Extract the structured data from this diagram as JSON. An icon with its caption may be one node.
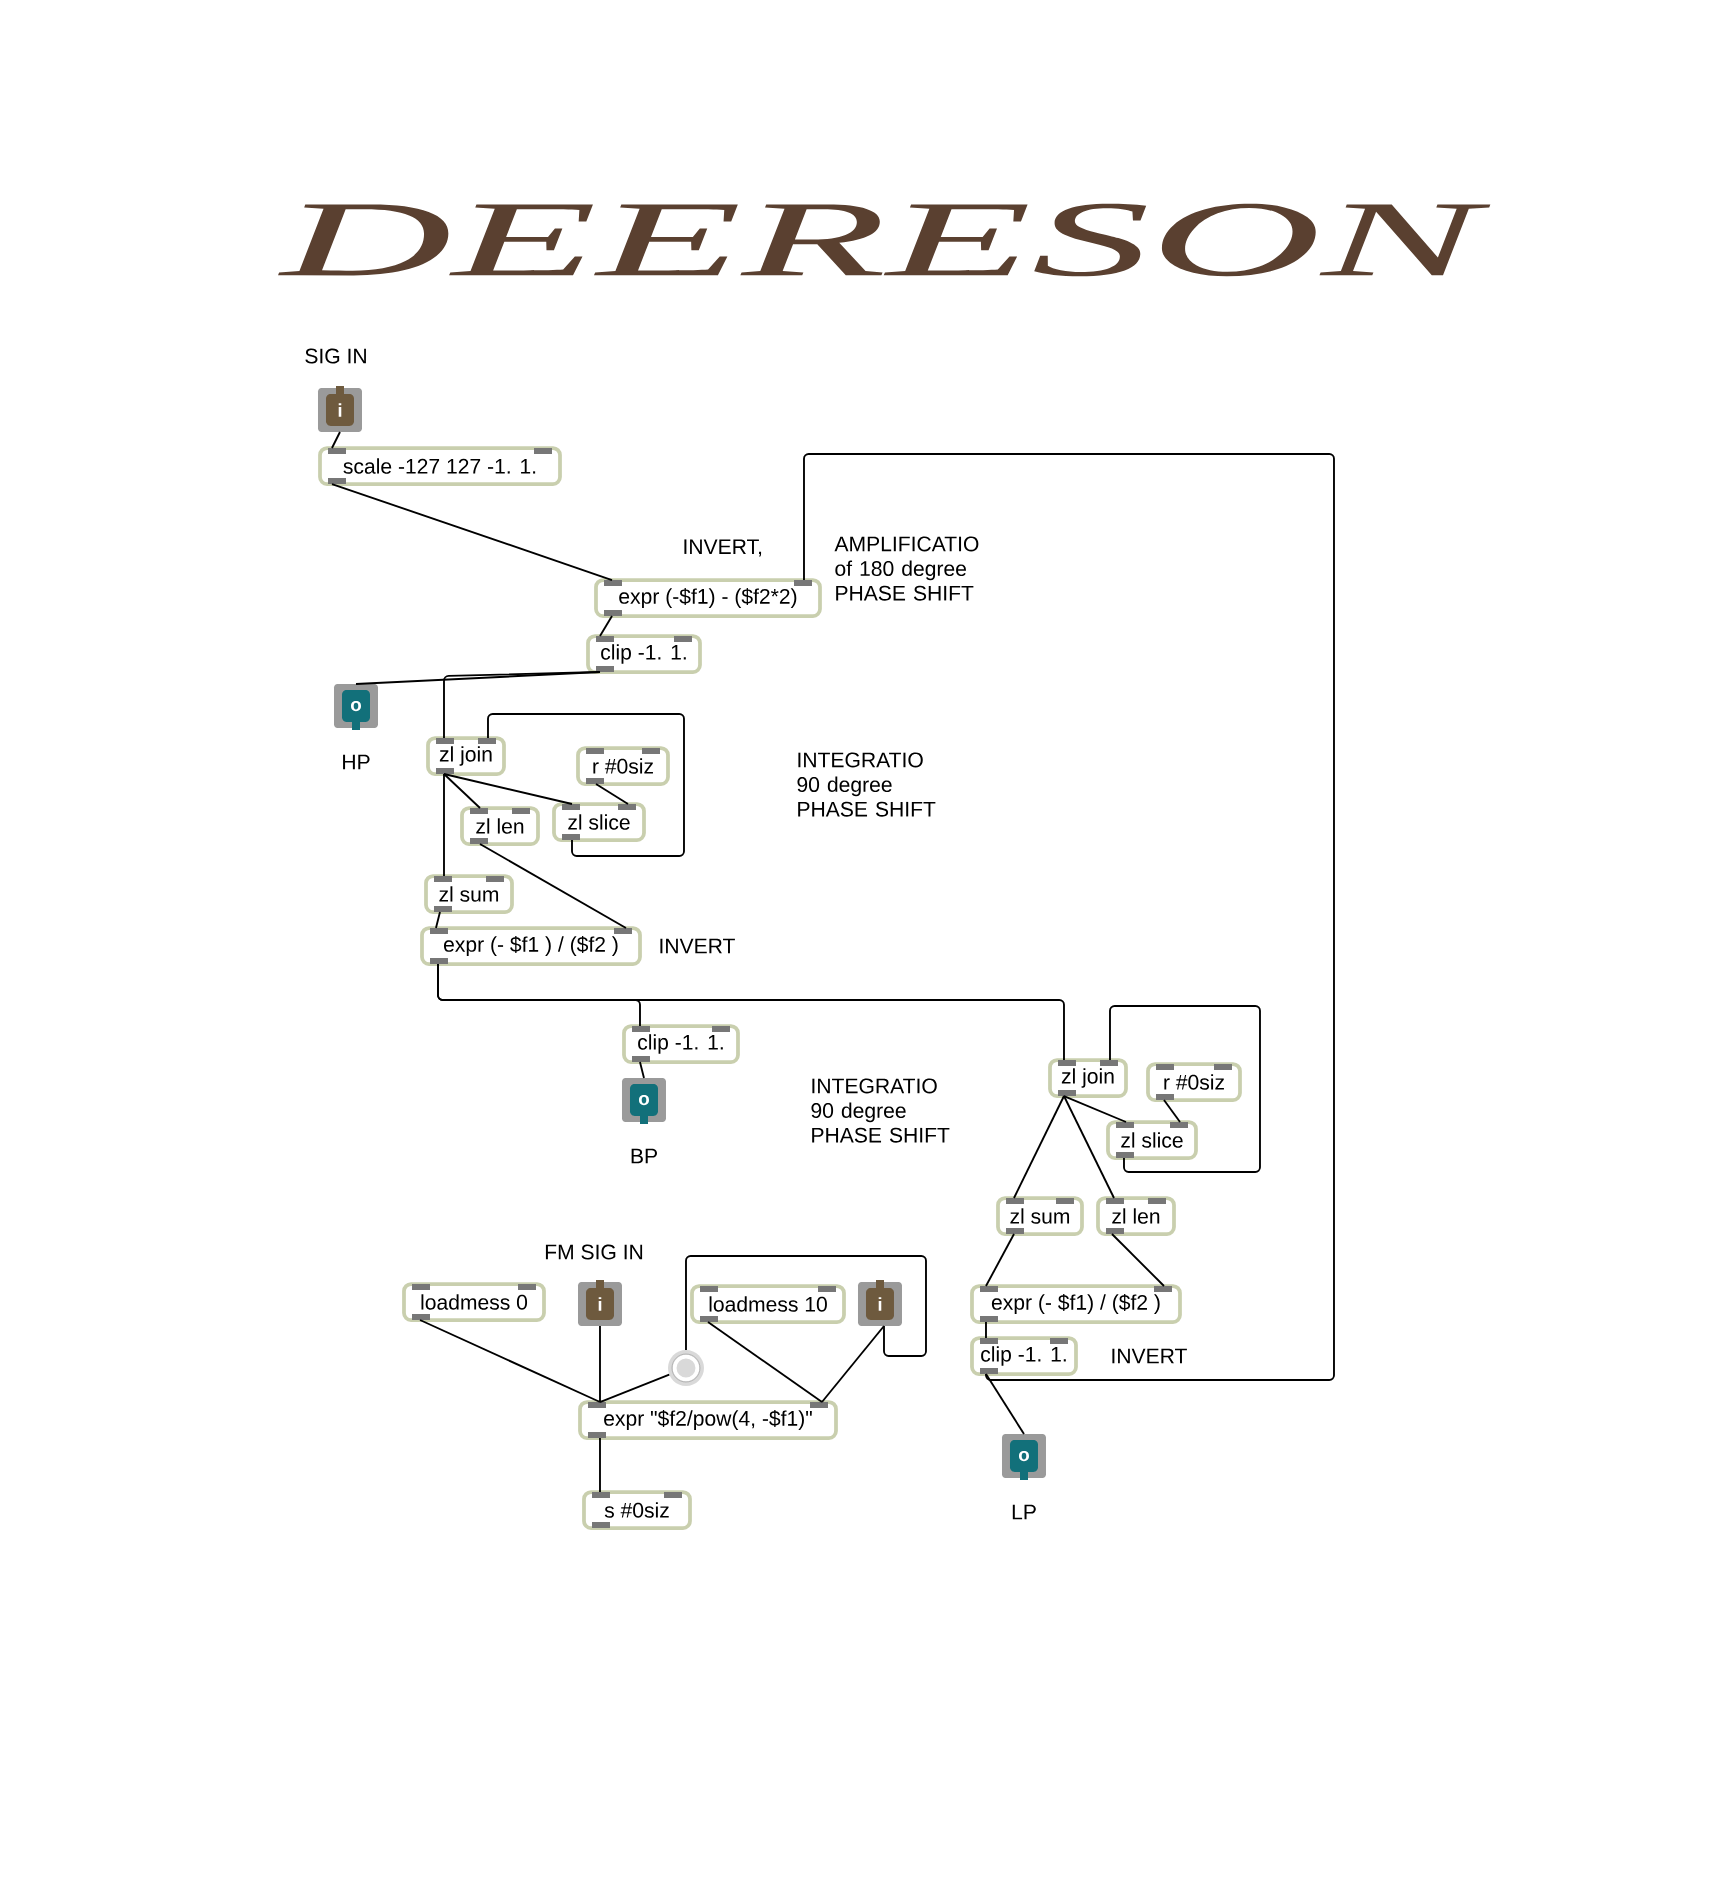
{
  "diagram": {
    "title": "DEERESON",
    "nodes": [
      {
        "text": [
          "i"
        ],
        "beside": [
          "SIG IN"
        ]
      },
      {
        "text": [
          "scale -127 127 -1. 1."
        ]
      },
      {
        "text": [
          "expr (-$f1) - ($f2*2)"
        ]
      },
      {
        "text": [
          "clip -1. 1."
        ]
      },
      {
        "text": [
          "o"
        ],
        "beside": [
          "HP"
        ]
      },
      {
        "text": [
          "zl join"
        ]
      },
      {
        "text": [
          "r #0siz"
        ]
      },
      {
        "text": [
          "zl len"
        ]
      },
      {
        "text": [
          "zl slice"
        ]
      },
      {
        "text": [
          "zl sum"
        ]
      },
      {
        "text": [
          "expr (- $f1 ) / ($f2 )"
        ]
      },
      {
        "text": [
          "clip -1. 1."
        ]
      },
      {
        "text": [
          "o"
        ],
        "beside": [
          "BP"
        ]
      },
      {
        "text": [
          "zl join"
        ]
      },
      {
        "text": [
          "r #0siz"
        ]
      },
      {
        "text": [
          "zl slice"
        ]
      },
      {
        "text": [
          "zl sum"
        ]
      },
      {
        "text": [
          "zl len"
        ]
      },
      {
        "text": [
          "expr (- $f1) / ($f2 )"
        ]
      },
      {
        "text": [
          "clip -1. 1."
        ]
      },
      {
        "text": [
          "o"
        ],
        "beside": [
          "LP"
        ]
      },
      {
        "text": [
          "loadmess 0"
        ]
      },
      {
        "text": [
          "i"
        ],
        "beside": [
          "FM SIG IN"
        ]
      },
      {
        "text": [
          "loadmess 10"
        ]
      },
      {
        "text": [
          "i"
        ]
      },
      {
        "text": [],
        "shape": "circle"
      },
      {
        "text": [
          "expr \"$f2/pow(4, -$f1)\""
        ]
      },
      {
        "text": [
          "s #0siz"
        ]
      }
    ],
    "edges": [
      {
        "from": 0,
        "to": 1,
        "arrow": "none"
      },
      {
        "from": 1,
        "to": 2,
        "arrow": "none"
      },
      {
        "from": 2,
        "to": 3,
        "arrow": "none"
      },
      {
        "from": 19,
        "to": 2,
        "arrow": "none"
      },
      {
        "from": 3,
        "to": 4,
        "arrow": "none"
      },
      {
        "from": 3,
        "to": 5,
        "arrow": "none"
      },
      {
        "from": 5,
        "to": 7,
        "arrow": "none"
      },
      {
        "from": 5,
        "to": 8,
        "arrow": "none"
      },
      {
        "from": 6,
        "to": 8,
        "arrow": "none"
      },
      {
        "from": 8,
        "to": 5,
        "arrow": "none"
      },
      {
        "from": 5,
        "to": 9,
        "arrow": "none"
      },
      {
        "from": 7,
        "to": 10,
        "arrow": "none"
      },
      {
        "from": 9,
        "to": 10,
        "arrow": "none"
      },
      {
        "from": 10,
        "to": 11,
        "arrow": "none"
      },
      {
        "from": 10,
        "to": 13,
        "arrow": "none"
      },
      {
        "from": 11,
        "to": 12,
        "arrow": "none"
      },
      {
        "from": 13,
        "to": 15,
        "arrow": "none"
      },
      {
        "from": 13,
        "to": 16,
        "arrow": "none"
      },
      {
        "from": 13,
        "to": 17,
        "arrow": "none"
      },
      {
        "from": 14,
        "to": 15,
        "arrow": "none"
      },
      {
        "from": 15,
        "to": 13,
        "arrow": "none"
      },
      {
        "from": 16,
        "to": 18,
        "arrow": "none"
      },
      {
        "from": 17,
        "to": 18,
        "arrow": "none"
      },
      {
        "from": 18,
        "to": 19,
        "arrow": "none"
      },
      {
        "from": 19,
        "to": 20,
        "arrow": "none"
      },
      {
        "from": 21,
        "to": 26,
        "arrow": "none"
      },
      {
        "from": 22,
        "to": 26,
        "arrow": "none"
      },
      {
        "from": 25,
        "to": 26,
        "arrow": "none"
      },
      {
        "from": 24,
        "to": 25,
        "arrow": "none"
      },
      {
        "from": 23,
        "to": 26,
        "arrow": "none"
      },
      {
        "from": 24,
        "to": 26,
        "arrow": "none"
      },
      {
        "from": 26,
        "to": 27,
        "arrow": "none"
      }
    ],
    "labels": [
      "INVERT,",
      "AMPLIFICATIO of 180 degree PHASE SHIFT",
      "INTEGRATIO 90 degree PHASE SHIFT",
      "INVERT",
      "INTEGRATIO 90 degree PHASE SHIFT",
      "INVERT"
    ]
  }
}
